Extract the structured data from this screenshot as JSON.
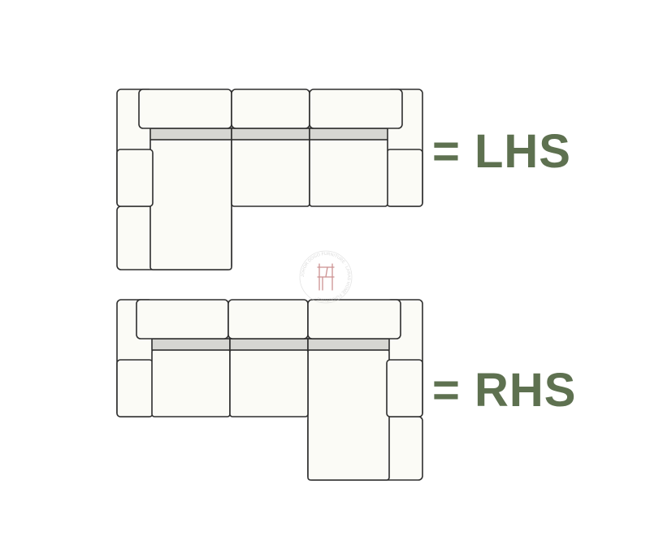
{
  "colors": {
    "label": "#5e7150",
    "sofa_fill": "#fbfbf6",
    "sofa_outline": "#2e2e2e",
    "seat_strip": "#d6d6d2",
    "watermark_accent": "#a33a3a"
  },
  "labels": {
    "lhs": "= LHS",
    "rhs": "= RHS"
  },
  "watermark": {
    "text": "JOHOR DOGO FURNITURE · LARAS HOME FURNITURE ·"
  }
}
